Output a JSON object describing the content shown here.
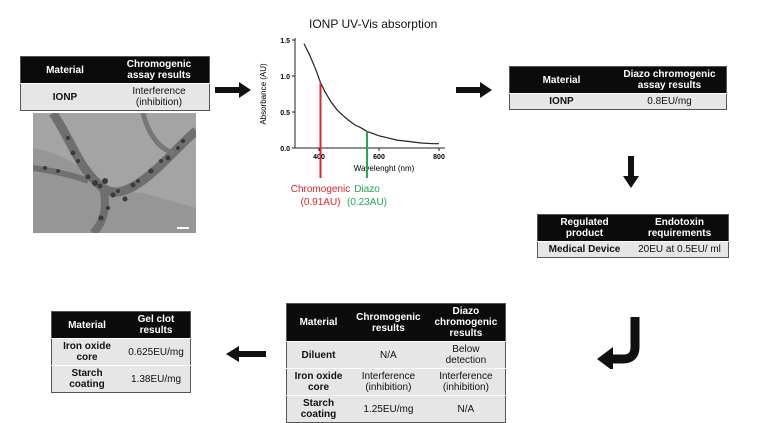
{
  "table1": {
    "headers": [
      "Material",
      "Chromogenic assay results"
    ],
    "rows": [
      [
        "IONP",
        "Interference (inhibition)"
      ]
    ]
  },
  "table2": {
    "headers": [
      "Material",
      "Diazo chromogenic assay results"
    ],
    "rows": [
      [
        "IONP",
        "0.8EU/mg"
      ]
    ]
  },
  "table3": {
    "headers": [
      "Regulated product",
      "Endotoxin requirements"
    ],
    "rows": [
      [
        "Medical Device",
        "20EU at 0.5EU/ ml"
      ]
    ]
  },
  "table4": {
    "headers": [
      "Material",
      "Chromogenic results",
      "Diazo chromogenic results"
    ],
    "rows": [
      [
        "Diluent",
        "N/A",
        "Below detection"
      ],
      [
        "Iron oxide core",
        "Interference (inhibition)",
        "Interference (inhibition)"
      ],
      [
        "Starch coating",
        "1.25EU/mg",
        "N/A"
      ]
    ]
  },
  "table5": {
    "headers": [
      "Material",
      "Gel clot results"
    ],
    "rows": [
      [
        "Iron oxide core",
        "0.625EU/mg"
      ],
      [
        "Starch coating",
        "1.38EU/mg"
      ]
    ]
  },
  "chart_data": {
    "type": "line",
    "title": "IONP UV-Vis absorption",
    "xlabel": "Wavelenght (nm)",
    "ylabel": "Absorbance (AU)",
    "xlim": [
      320,
      820
    ],
    "ylim": [
      0,
      1.5
    ],
    "xticks": [
      400,
      600,
      800
    ],
    "yticks": [
      0.0,
      0.5,
      1.0,
      1.5
    ],
    "series": [
      {
        "x": [
          350,
          370,
          390,
          405,
          420,
          440,
          460,
          480,
          500,
          520,
          540,
          560,
          580,
          600,
          630,
          660,
          700,
          740,
          780,
          800
        ],
        "y": [
          1.45,
          1.28,
          1.08,
          0.91,
          0.78,
          0.64,
          0.53,
          0.45,
          0.38,
          0.32,
          0.28,
          0.23,
          0.2,
          0.17,
          0.14,
          0.11,
          0.09,
          0.07,
          0.06,
          0.06
        ]
      }
    ],
    "markers": [
      {
        "label": "Chromogenic",
        "value_label": "(0.91AU)",
        "x": 405,
        "y": 0.91,
        "color": "#e0262b"
      },
      {
        "label": "Diazo",
        "value_label": "(0.23AU)",
        "x": 560,
        "y": 0.23,
        "color": "#2aa55a"
      }
    ]
  }
}
